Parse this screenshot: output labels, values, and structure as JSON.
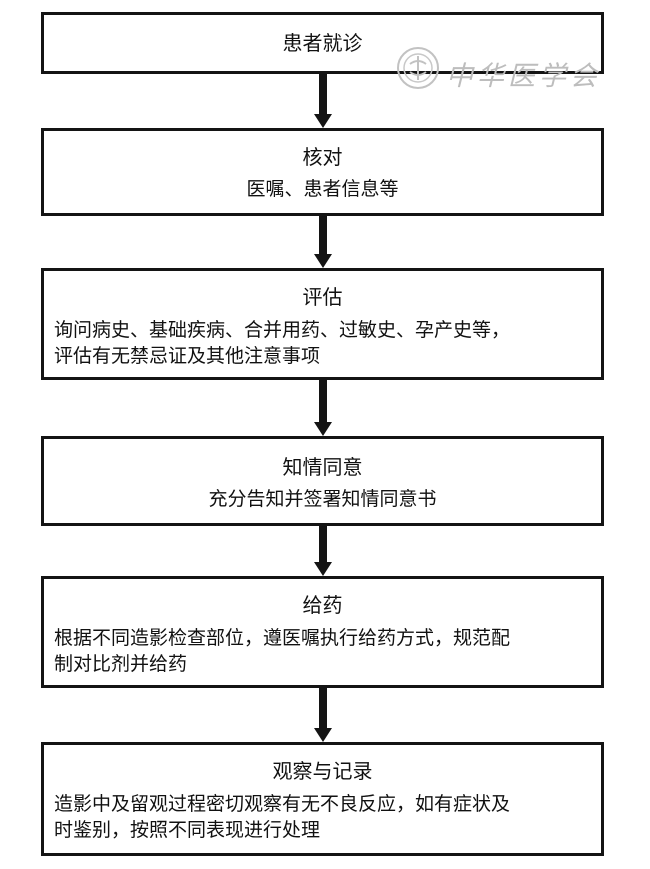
{
  "watermark": {
    "text": "中华医学会",
    "icon": "seal-icon"
  },
  "steps": [
    {
      "title": "患者就诊"
    },
    {
      "title": "核对",
      "lines": [
        "医嘱、患者信息等"
      ]
    },
    {
      "title": "评估",
      "lines": [
        "询问病史、基础疾病、合并用药、过敏史、孕产史等，",
        "评估有无禁忌证及其他注意事项"
      ]
    },
    {
      "title": "知情同意",
      "lines": [
        "充分告知并签署知情同意书"
      ]
    },
    {
      "title": "给药",
      "lines": [
        "根据不同造影检查部位，遵医嘱执行给药方式，规范配",
        "制对比剂并给药"
      ]
    },
    {
      "title": "观察与记录",
      "lines": [
        "造影中及留观过程密切观察有无不良反应，如有症状及",
        "时鉴别，按照不同表现进行处理"
      ]
    }
  ]
}
